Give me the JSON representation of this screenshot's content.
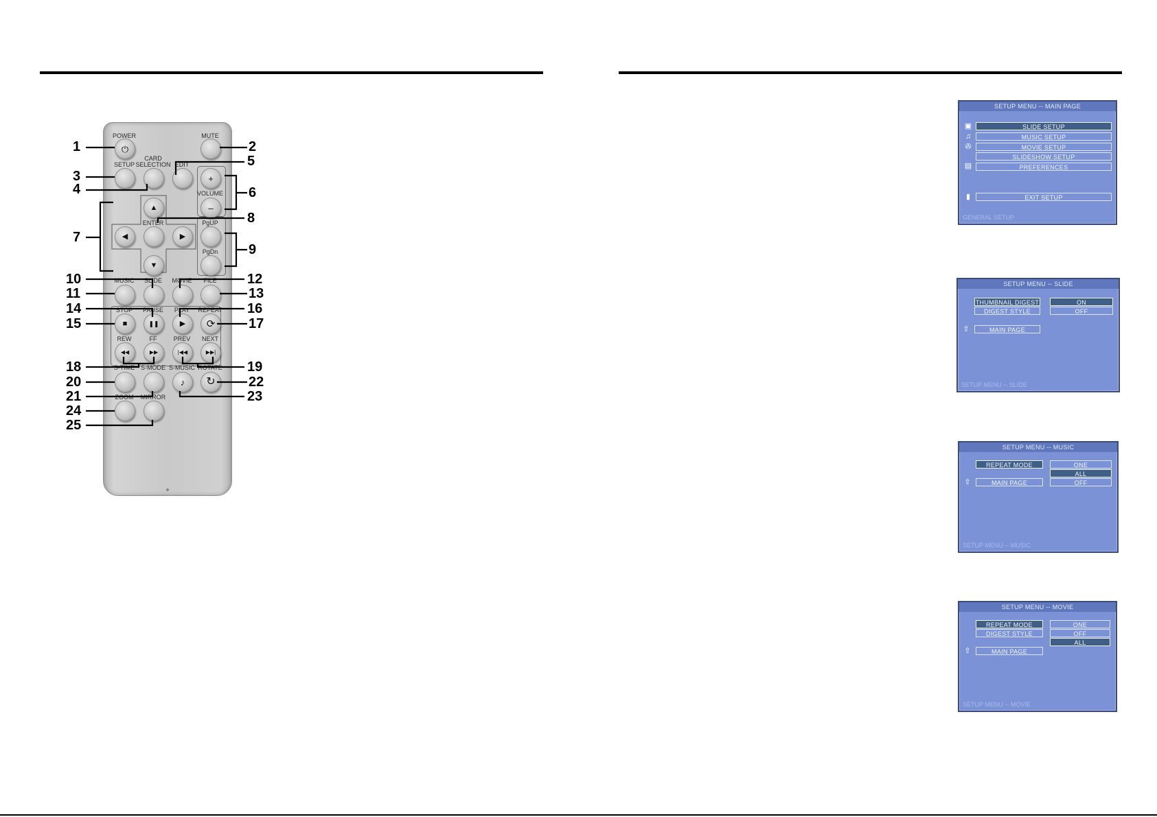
{
  "remote": {
    "buttons": {
      "power": "POWER",
      "mute": "MUTE",
      "setup": "SETUP",
      "card_selection": "CARD\nSELECTION",
      "edit": "EDIT",
      "volume": "VOLUME",
      "enter": "ENTER",
      "pgup": "PgUP",
      "pgdn": "PgDn",
      "music": "MUSIC",
      "slide": "SLIDE",
      "movie": "MOVIE",
      "file": "FILE",
      "stop": "STOP",
      "pause": "PAUSE",
      "play": "PLAY",
      "repeat": "REPEAT",
      "rew": "REW",
      "ff": "FF",
      "prev": "PREV",
      "next": "NEXT",
      "s_time": "S-TIME",
      "s_mode": "S-MODE",
      "s_music": "S-MUSIC",
      "rotate": "ROTATE",
      "zoom": "ZOOM",
      "mirror": "MIRROR"
    },
    "glyphs": {
      "power": "⏻",
      "plus": "+",
      "minus": "–",
      "up": "▲",
      "down": "▼",
      "left": "◀",
      "right": "▶",
      "stop": "■",
      "pause": "❚❚",
      "play": "▶",
      "repeat": "⟳",
      "rew": "◀◀",
      "ff": "▶▶",
      "prev": "|◀◀",
      "next": "▶▶|",
      "music_note": "♪",
      "rotate": "↻"
    },
    "callouts": [
      "1",
      "2",
      "3",
      "4",
      "5",
      "6",
      "7",
      "8",
      "9",
      "10",
      "11",
      "12",
      "13",
      "14",
      "15",
      "16",
      "17",
      "18",
      "19",
      "20",
      "21",
      "22",
      "23",
      "24",
      "25"
    ]
  },
  "menus": {
    "main": {
      "title": "SETUP MENU -- MAIN PAGE",
      "items": [
        "SLIDE SETUP",
        "MUSIC SETUP",
        "MOVIE SETUP",
        "SLIDESHOW SETUP",
        "PREFERENCES"
      ],
      "exit": "EXIT SETUP",
      "footer": "GENERAL SETUP"
    },
    "slide": {
      "title": "SETUP MENU -- SLIDE",
      "items": [
        "THUMBNAIL DIGEST",
        "DIGEST STYLE"
      ],
      "options": [
        "ON",
        "OFF"
      ],
      "main_page": "MAIN PAGE",
      "footer": "SETUP MENU -- SLIDE"
    },
    "music": {
      "title": "SETUP MENU -- MUSIC",
      "items": [
        "REPEAT MODE"
      ],
      "options": [
        "ONE",
        "ALL",
        "OFF"
      ],
      "main_page": "MAIN PAGE",
      "footer": "SETUP MENU -- MUSIC"
    },
    "movie": {
      "title": "SETUP MENU -- MOVIE",
      "items": [
        "REPEAT MODE",
        "DIGEST STYLE"
      ],
      "options": [
        "ONE",
        "OFF",
        "ALL"
      ],
      "main_page": "MAIN PAGE",
      "footer": "SETUP MENU -- MOVIE"
    }
  }
}
